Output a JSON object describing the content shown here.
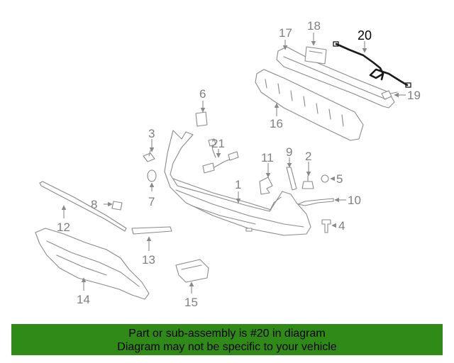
{
  "diagram": {
    "highlighted_part": "20",
    "callouts": {
      "c1": "1",
      "c2": "2",
      "c3": "3",
      "c4": "4",
      "c5": "5",
      "c6": "6",
      "c7": "7",
      "c8": "8",
      "c9": "9",
      "c10": "10",
      "c11": "11",
      "c12": "12",
      "c13": "13",
      "c14": "14",
      "c15": "15",
      "c16": "16",
      "c17": "17",
      "c18": "18",
      "c19": "19",
      "c20": "20",
      "c21": "21"
    }
  },
  "footer": {
    "line1": "Part or sub-assembly is #20 in diagram",
    "line2": "Diagram may not be specific to your vehicle",
    "background_color": "#2f8a18"
  }
}
